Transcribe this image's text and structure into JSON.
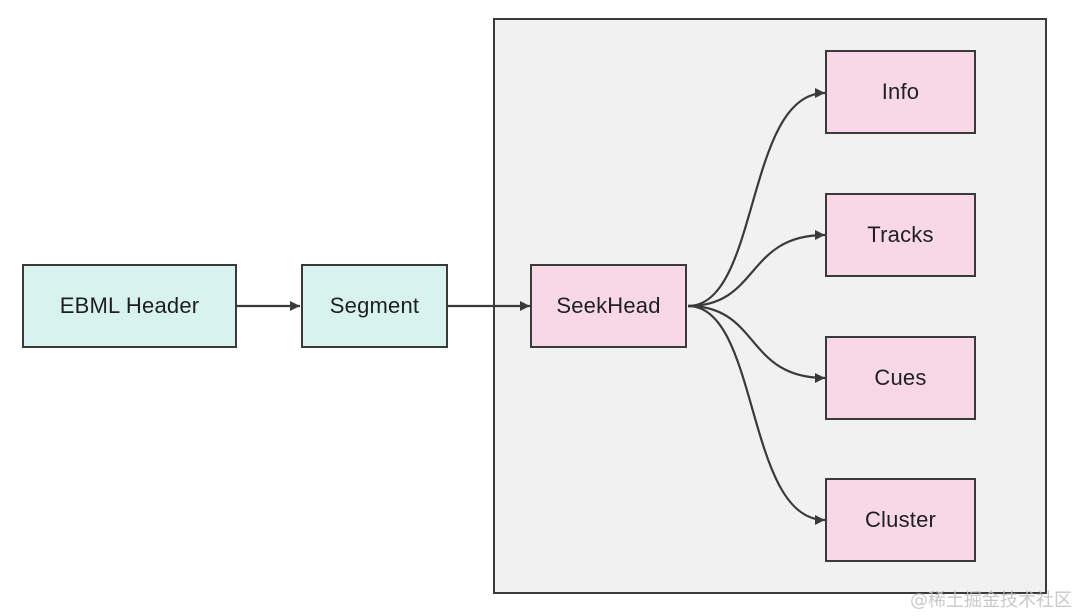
{
  "diagram": {
    "nodes": {
      "ebml_header": "EBML Header",
      "segment": "Segment",
      "seekhead": "SeekHead",
      "info": "Info",
      "tracks": "Tracks",
      "cues": "Cues",
      "cluster": "Cluster"
    },
    "edges": [
      {
        "from": "ebml_header",
        "to": "segment"
      },
      {
        "from": "segment",
        "to": "seekhead"
      },
      {
        "from": "seekhead",
        "to": "info"
      },
      {
        "from": "seekhead",
        "to": "tracks"
      },
      {
        "from": "seekhead",
        "to": "cues"
      },
      {
        "from": "seekhead",
        "to": "cluster"
      }
    ]
  },
  "watermark": "@稀土掘金技术社区",
  "colors": {
    "cyan_fill": "#d8f3ef",
    "pink_fill": "#f8d8e7",
    "container_fill": "#f1f1f1",
    "stroke": "#3a3a3a"
  }
}
